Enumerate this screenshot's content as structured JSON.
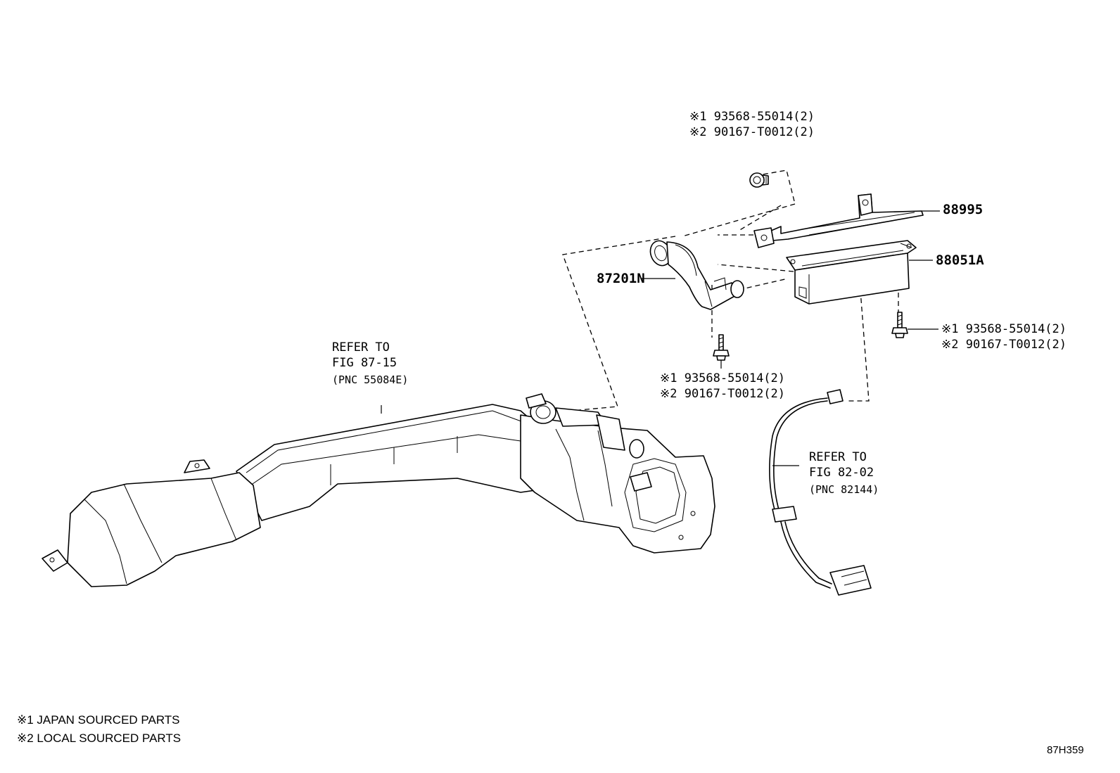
{
  "screw_top": {
    "line1": "※1 93568-55014(2)",
    "line2": "※2 90167-T0012(2)"
  },
  "screw_right": {
    "line1": "※1 93568-55014(2)",
    "line2": "※2 90167-T0012(2)"
  },
  "screw_center": {
    "line1": "※1 93568-55014(2)",
    "line2": "※2 90167-T0012(2)"
  },
  "part_numbers": {
    "bracket": "88995",
    "amplifier": "88051A",
    "hose": "87201N"
  },
  "refer_duct": {
    "line1": "REFER TO",
    "line2": "FIG 87-15",
    "line3": "(PNC 55084E)"
  },
  "refer_harness": {
    "line1": "REFER TO",
    "line2": "FIG 82-02",
    "line3": "(PNC 82144)"
  },
  "legend": {
    "note1": "※1  JAPAN SOURCED PARTS",
    "note2": "※2  LOCAL SOURCED PARTS"
  },
  "figure_id": "87H359"
}
